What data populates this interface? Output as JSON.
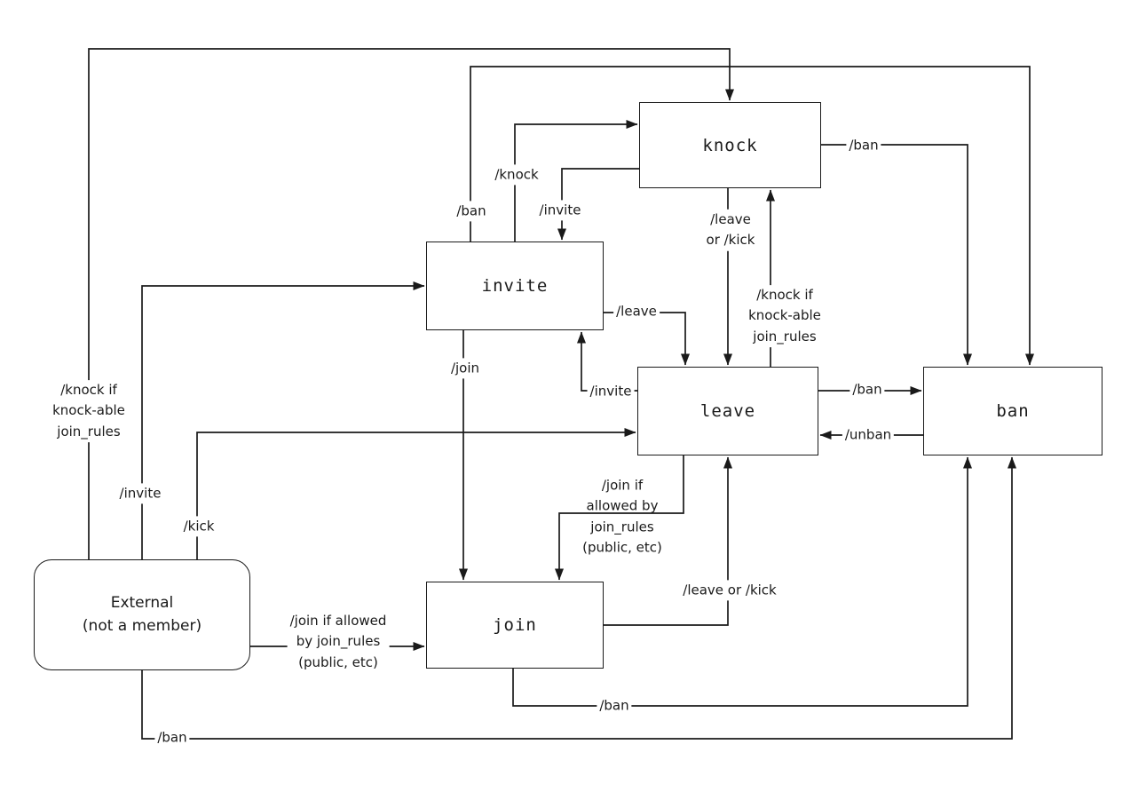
{
  "colors": {
    "stroke": "#1a1a1a",
    "background": "#ffffff"
  },
  "nodes": {
    "knock": {
      "label": "knock"
    },
    "invite": {
      "label": "invite"
    },
    "leave": {
      "label": "leave"
    },
    "ban": {
      "label": "ban"
    },
    "join": {
      "label": "join"
    },
    "external": {
      "line1": "External",
      "line2": "(not a member)"
    }
  },
  "edge_labels": {
    "external_to_knock": [
      "/knock if",
      "knock-able",
      "join_rules"
    ],
    "external_to_invite": [
      "/invite"
    ],
    "external_to_leave": [
      "/kick"
    ],
    "external_to_join": [
      "/join if allowed",
      "by join_rules",
      "(public, etc)"
    ],
    "external_to_ban": [
      "/ban"
    ],
    "invite_to_knock": [
      "/knock"
    ],
    "knock_to_invite": [
      "/invite"
    ],
    "invite_to_ban": [
      "/ban"
    ],
    "knock_to_ban": [
      "/ban"
    ],
    "knock_to_leave": [
      "/leave",
      "or /kick"
    ],
    "leave_to_knock": [
      "/knock if",
      "knock-able",
      "join_rules"
    ],
    "invite_to_leave": [
      "/leave"
    ],
    "leave_to_invite": [
      "/invite"
    ],
    "invite_to_join": [
      "/join"
    ],
    "leave_to_ban": [
      "/ban"
    ],
    "ban_to_leave": [
      "/unban"
    ],
    "leave_to_join": [
      "/join if",
      "allowed by",
      "join_rules",
      "(public, etc)"
    ],
    "join_to_leave": [
      "/leave or /kick"
    ],
    "join_to_ban": [
      "/ban"
    ]
  }
}
